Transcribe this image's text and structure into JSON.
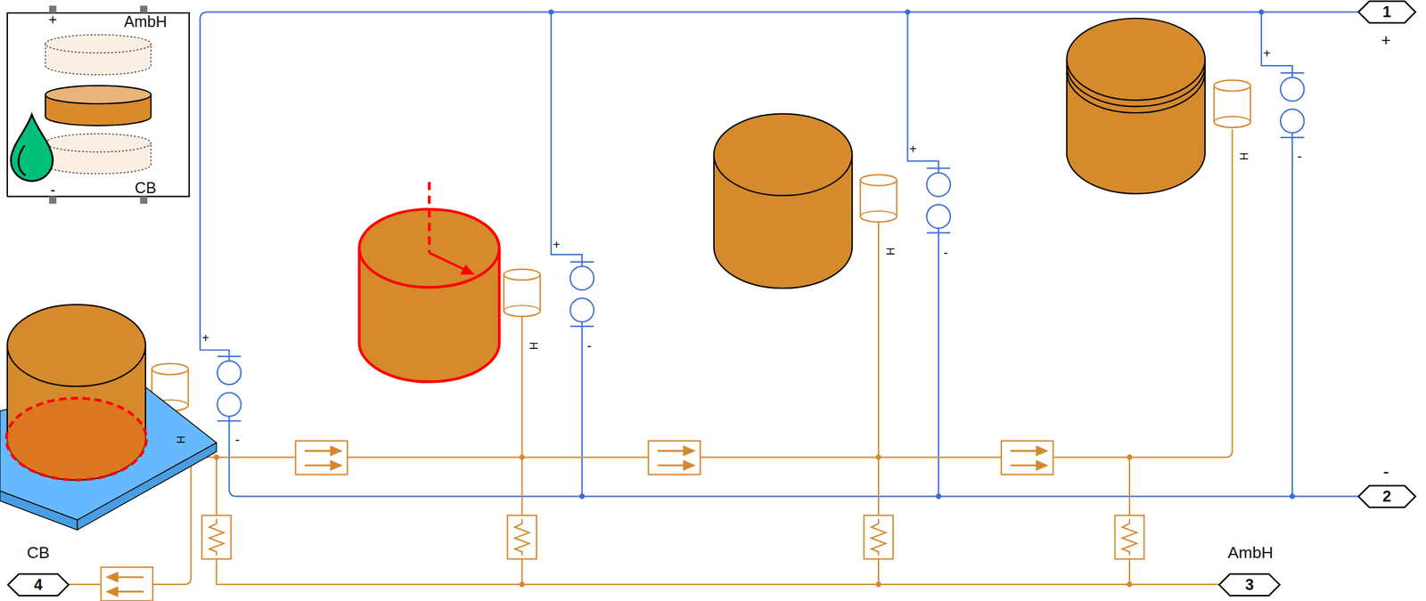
{
  "diagram": {
    "nodes": [
      {
        "text": [
          "1"
        ]
      },
      {
        "text": [
          "2"
        ]
      },
      {
        "text": [
          "3"
        ]
      },
      {
        "text": [
          "4"
        ]
      }
    ],
    "labels": [
      "+",
      "AmbH",
      "-",
      "CB",
      "+",
      "-",
      "AmbH",
      "CB",
      "+",
      "-",
      "H",
      "+",
      "-",
      "H",
      "+",
      "-",
      "H",
      "+",
      "-",
      "H"
    ]
  }
}
